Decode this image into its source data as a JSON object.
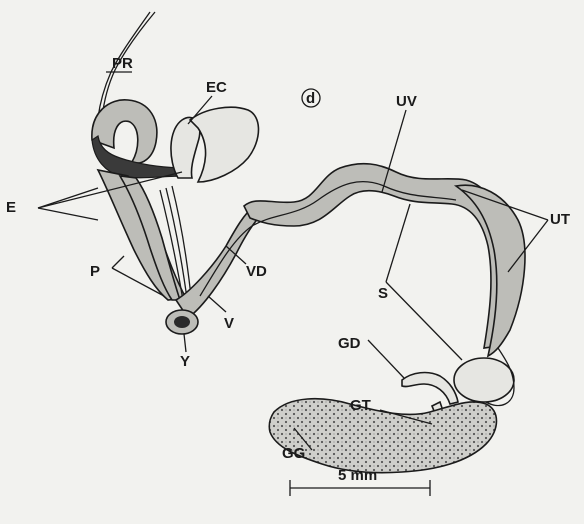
{
  "figure": {
    "panel_label": "d",
    "labels": {
      "PR": "PR",
      "EC": "EC",
      "E": "E",
      "UV": "UV",
      "UT": "UT",
      "P": "P",
      "VD": "VD",
      "S": "S",
      "V": "V",
      "Y": "Y",
      "GD": "GD",
      "GT": "GT",
      "GG": "GG"
    },
    "scale_bar": {
      "label": "5 mm"
    }
  }
}
